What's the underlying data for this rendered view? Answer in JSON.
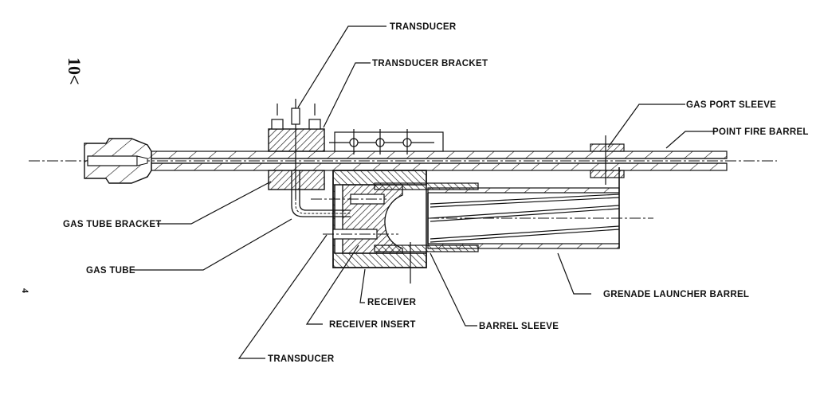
{
  "page": {
    "margin_mark": "10<",
    "page_number": "4"
  },
  "labels": {
    "transducer_top": "TRANSDUCER",
    "transducer_bracket": "TRANSDUCER BRACKET",
    "gas_port_sleeve": "GAS PORT SLEEVE",
    "point_fire_barrel": "POINT FIRE BARREL",
    "gas_tube_bracket": "GAS TUBE BRACKET",
    "gas_tube": "GAS TUBE",
    "grenade_launcher_barrel": "GRENADE LAUNCHER BARREL",
    "receiver": "RECEIVER",
    "receiver_insert": "RECEIVER INSERT",
    "barrel_sleeve": "BARREL SLEEVE",
    "transducer_bottom": "TRANSDUCER"
  }
}
